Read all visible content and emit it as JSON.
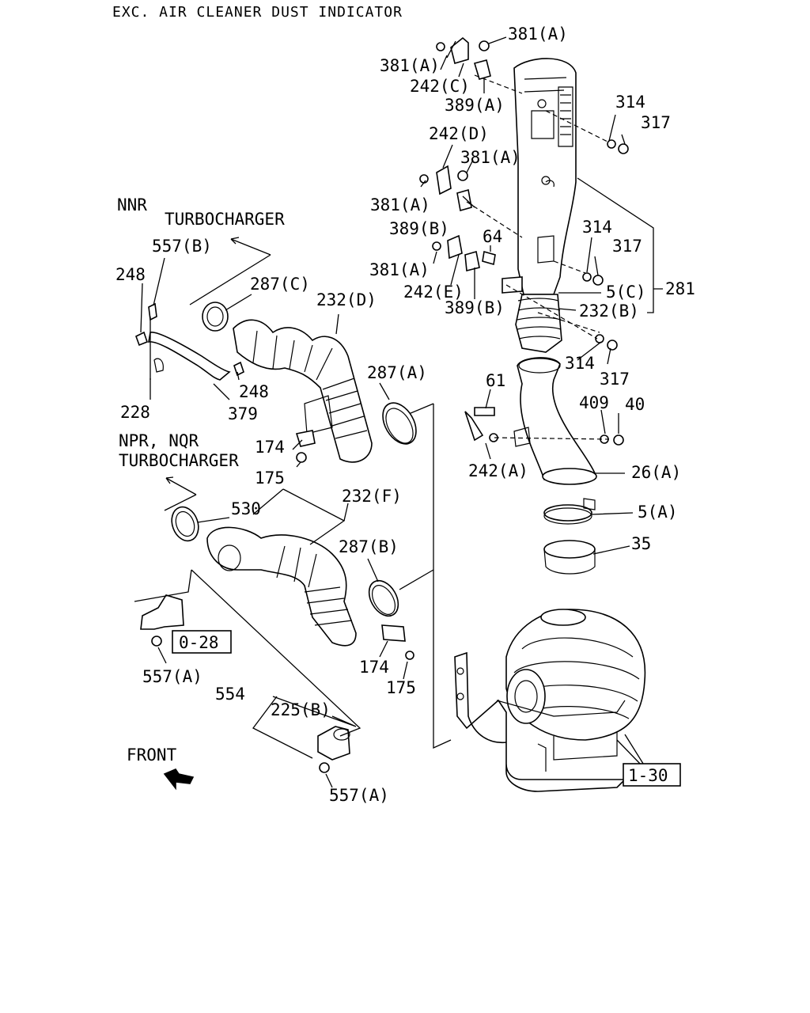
{
  "header": "EXC. AIR CLEANER DUST INDICATOR",
  "notes": {
    "nnr": "NNR",
    "turbo_top": "TURBOCHARGER",
    "npr_nqr": "NPR, NQR",
    "turbo_bottom": "TURBOCHARGER",
    "front": "FRONT"
  },
  "callouts": [
    {
      "id": "c1",
      "text": "381(A)"
    },
    {
      "id": "c2",
      "text": "381(A)"
    },
    {
      "id": "c3",
      "text": "242(C)"
    },
    {
      "id": "c4",
      "text": "389(A)"
    },
    {
      "id": "c5",
      "text": "314"
    },
    {
      "id": "c6",
      "text": "317"
    },
    {
      "id": "c7",
      "text": "242(D)"
    },
    {
      "id": "c8",
      "text": "381(A)"
    },
    {
      "id": "c9",
      "text": "381(A)"
    },
    {
      "id": "c10",
      "text": "389(B)"
    },
    {
      "id": "c11",
      "text": "64"
    },
    {
      "id": "c12",
      "text": "314"
    },
    {
      "id": "c13",
      "text": "317"
    },
    {
      "id": "c14",
      "text": "381(A)"
    },
    {
      "id": "c15",
      "text": "242(E)"
    },
    {
      "id": "c16",
      "text": "5(C)"
    },
    {
      "id": "c17",
      "text": "281"
    },
    {
      "id": "c18",
      "text": "389(B)"
    },
    {
      "id": "c19",
      "text": "232(B)"
    },
    {
      "id": "c20",
      "text": "314"
    },
    {
      "id": "c21",
      "text": "317"
    },
    {
      "id": "c22",
      "text": "61"
    },
    {
      "id": "c23",
      "text": "409"
    },
    {
      "id": "c24",
      "text": "40"
    },
    {
      "id": "c25",
      "text": "242(A)"
    },
    {
      "id": "c26",
      "text": "26(A)"
    },
    {
      "id": "c27",
      "text": "5(A)"
    },
    {
      "id": "c28",
      "text": "35"
    },
    {
      "id": "c29",
      "text": "557(B)"
    },
    {
      "id": "c30",
      "text": "248"
    },
    {
      "id": "c31",
      "text": "287(C)"
    },
    {
      "id": "c32",
      "text": "232(D)"
    },
    {
      "id": "c33",
      "text": "248"
    },
    {
      "id": "c34",
      "text": "228"
    },
    {
      "id": "c35",
      "text": "379"
    },
    {
      "id": "c36",
      "text": "287(A)"
    },
    {
      "id": "c37",
      "text": "174"
    },
    {
      "id": "c38",
      "text": "175"
    },
    {
      "id": "c39",
      "text": "530"
    },
    {
      "id": "c40",
      "text": "232(F)"
    },
    {
      "id": "c41",
      "text": "287(B)"
    },
    {
      "id": "c42",
      "text": "557(A)"
    },
    {
      "id": "c43",
      "text": "174"
    },
    {
      "id": "c44",
      "text": "175"
    },
    {
      "id": "c45",
      "text": "554"
    },
    {
      "id": "c46",
      "text": "225(B)"
    },
    {
      "id": "c47",
      "text": "557(A)"
    }
  ],
  "boxed_refs": [
    {
      "id": "b1",
      "text": "0-28"
    },
    {
      "id": "b2",
      "text": "1-30"
    }
  ]
}
